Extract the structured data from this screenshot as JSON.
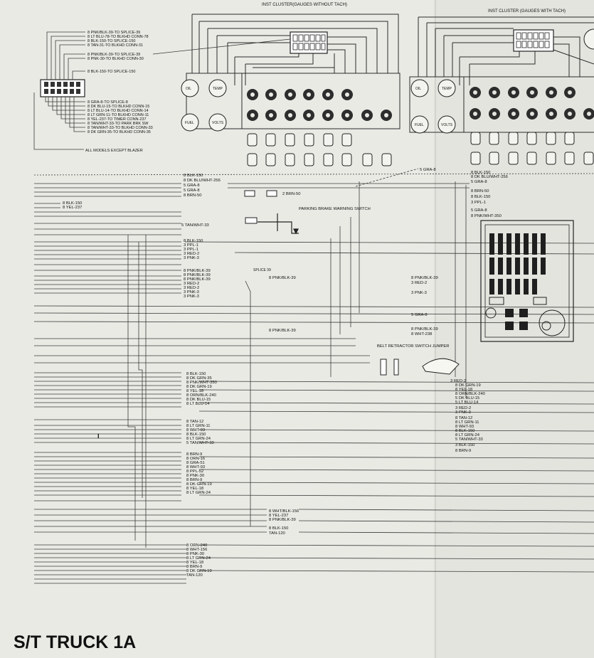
{
  "page_title": "S/T TRUCK 1A",
  "cluster_a": {
    "title": "INST CLUSTER(GAUGES WITHOUT TACH)",
    "splice_top": [
      "8 PNK/BLK-39-TO SPLICE-39",
      "8 LT BLU-78-TO BLKHD CONN-78",
      "8 BLK-150-TO SPLICE-150",
      "8 TAN-31-TO BLKHD CONN-31"
    ],
    "splice_mid": [
      "8 PNK/BLK-39-TO SPLICE-39",
      "8 PNK-30-TO BLKHD CONN-30"
    ],
    "splice_150": "8 BLK-150-TO SPLICE-150",
    "splice_bottom": [
      "8 GRA-8-TO SPLICE-8",
      "8 DK BLU-15-TO BLKHD CONN-15",
      "8 LT BLU-14-TO BLKHD CONN-14",
      "8 LT GRN-11-TO BLKHD CONN-11",
      "8 YEL-237-TO TIMER CONN-237",
      "8 TAN/WHT-33-TO PARK BRK SW",
      "8 TAN/WHT-33-TO BLKHD CONN-33",
      "8 DK GRN-35-TO BLKHD CONN-35"
    ],
    "note": "ALL MODELS EXCEPT BLAZER",
    "gauges": [
      "OIL",
      "TEMP",
      "FUEL",
      "VOLTS"
    ]
  },
  "cluster_b": {
    "title": "INST CLUSTER (GAUGES WITH TACH)",
    "gauges": [
      "OIL",
      "TEMP",
      "FUEL",
      "VOLTS"
    ]
  },
  "harness": {
    "group1": [
      "8 BLK-150",
      "8 DK BLU/WHT-256",
      "5 GRA-8",
      "5 GRA-8",
      "8 BRN-50"
    ],
    "brn50_right": "2 BRN-50",
    "blk150_yel237": [
      "8 BLK-150",
      "8 YEL-237"
    ],
    "splice8_gra": "5 GRA-8",
    "parking_brake": "PARKING BRAKE WARNING SWITCH",
    "tan_wht_33": "5 TAN/WHT-33",
    "group2": [
      "8 BLK-150",
      "3 PPL-1",
      "3 PPL-1",
      "3 RED-2",
      "3 PNK-3"
    ],
    "group3": [
      "8 PNK/BLK-39",
      "8 PNK/BLK-39",
      "8 PNK/BLK-39",
      "3 RED-2",
      "3 RED-2",
      "3 PNK-3",
      "3 PNK-3"
    ],
    "splice39": "SPLICE 39",
    "mid_pnkblk": "8 PNK/BLK-39",
    "mid_pnkblk2": "8 PNK/BLK-39",
    "group4": [
      "8 BLK-150",
      "8 DK GRN-35",
      "8 PNK/WHT-350",
      "8 DK GRN-19",
      "8 YEL-18",
      "8 ORN/BLK-240",
      "8 DK BLU-15",
      "8 LT BLU-14"
    ],
    "group5": [
      "8 TAN-12",
      "8 LT GRN-11",
      "8 WHT-93",
      "8 BLK-150",
      "8 LT GRN-24",
      "5 TAN/WHT-33"
    ],
    "group6": [
      "8 BRN-9",
      "8 ORN-16",
      "8 GRA-51",
      "8 WHT-93",
      "8 PPL-52",
      "8 PNK-30",
      "8 BRN-9",
      "8 DK GRN-19",
      "8 YEL-18",
      "8 LT GRN-24"
    ],
    "group7": [
      "8 WHT/BLK-156",
      "8 YEL-237",
      "8 PNK/BLK-39",
      "8 BLK-150",
      "TAN-120"
    ],
    "group8": [
      "8 ORN-240",
      "8 WHT-156",
      "8 PNK-30",
      "8 LT GRN-24",
      "8 YEL-18",
      "8 BRN-9",
      "8 DK GRN-19",
      "TAN-120"
    ],
    "marker": "I",
    "belt": "BELT RETRACTOR SWITCH JUMPER"
  },
  "right_side": {
    "top": [
      "8 BLK-150",
      "8 DK BLU/WHT-256",
      "5 GRA-8",
      "8 BRN-50",
      "8 BLK-150",
      "3 PPL-1"
    ],
    "fuse_upper": [
      "5 GRA-8",
      "8 PNK/WHT-350"
    ],
    "fuse_mid": [
      "8 PNK/BLK-39",
      "3 RED-2",
      "3 PNK-3",
      "5 GRA-8",
      "8 PNK/BLK-39",
      "8 WHT-238"
    ],
    "lower": [
      "3 RED-2",
      "8 DK GRN-19",
      "8 YEL-18",
      "8 ORN/BLK-240",
      "5 DK BLU-15",
      "5 LT BLU-14",
      "3 RED-2",
      "3 PNK-3",
      "8 TAN-12",
      "8 LT GRN-11",
      "8 WHT-93",
      "8 BLK-150",
      "8 LT GRN-24",
      "5 TAN/WHT-33",
      "3 BLK-150",
      "8 BRN-9"
    ]
  }
}
